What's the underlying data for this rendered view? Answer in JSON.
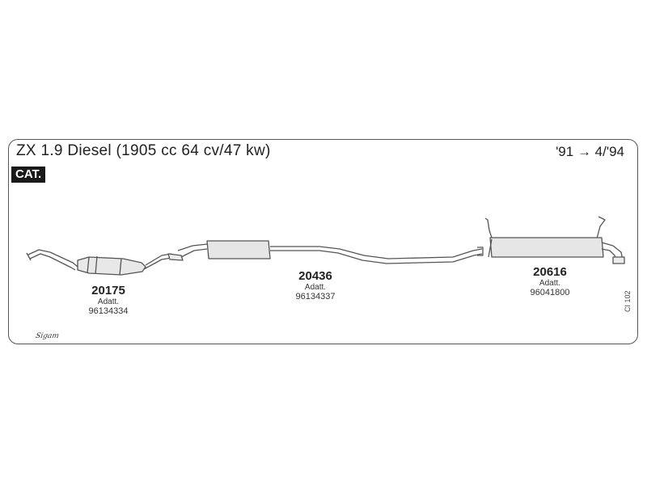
{
  "header": {
    "title": "ZX 1.9 Diesel (1905 cc 64 cv/47 kw)",
    "date_range": "'91 → 4/'94",
    "badge": "CAT."
  },
  "parts": [
    {
      "number": "20175",
      "adapt_label": "Adatt.",
      "oem": "96134334"
    },
    {
      "number": "20436",
      "adapt_label": "Adatt.",
      "oem": "96134337"
    },
    {
      "number": "20616",
      "adapt_label": "Adatt.",
      "oem": "96041800"
    }
  ],
  "footer": {
    "code": "CI 102",
    "logo": "Sigam"
  },
  "colors": {
    "line": "#555555",
    "fill": "#e6e6e6",
    "badge_bg": "#1a1a1a"
  }
}
